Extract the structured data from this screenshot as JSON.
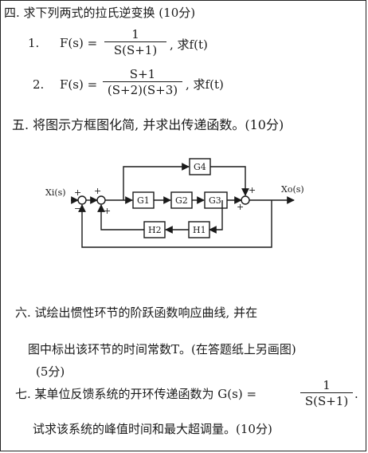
{
  "q4": {
    "heading": "四. 求下列两式的拉氏逆变换 (10分)",
    "item1": {
      "num": "1.",
      "lhs": "F(s) =",
      "numerator": "1",
      "denominator": "S(S+1)",
      "tail": ", 求f(t)"
    },
    "item2": {
      "num": "2.",
      "lhs": "F(s) =",
      "numerator": "S+1",
      "denominator": "(S+2)(S+3)",
      "tail": ", 求f(t)"
    }
  },
  "q5": {
    "heading": "五. 将图示方框图化简, 并求出传递函数。(10分)",
    "diagram": {
      "input": "Xi(s)",
      "output": "Xo(s)",
      "blocks": [
        "G4",
        "G1",
        "G2",
        "G3",
        "H2",
        "H1"
      ],
      "plus": "+",
      "minus": "−"
    }
  },
  "q6": {
    "line1": "六. 试绘出惯性环节的阶跃函数响应曲线, 并在",
    "line2": "图中标出该环节的时间常数T。(在答题纸上另画图)",
    "line3": "(5分)"
  },
  "q7": {
    "line1": "七. 某单位反馈系统的开环传递函数为 G(s) =",
    "numerator": "1",
    "denominator": "S(S+1)",
    "end": ".",
    "line2": "试求该系统的峰值时间和最大超调量。(10分)"
  }
}
